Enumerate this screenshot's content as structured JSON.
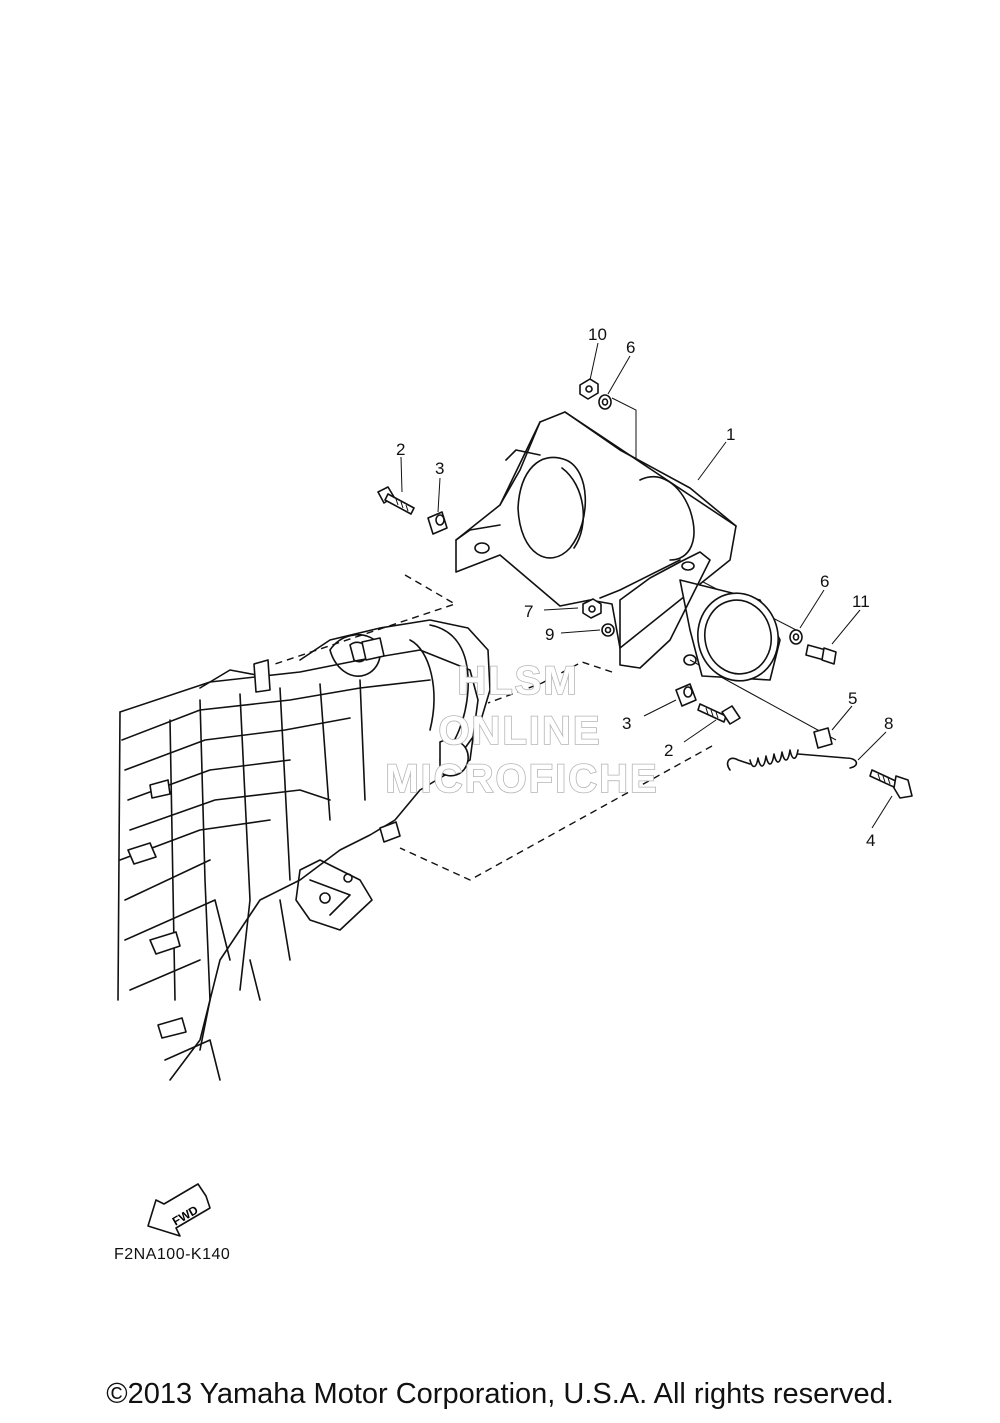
{
  "callouts": {
    "c1": "1",
    "c2a": "2",
    "c2b": "2",
    "c3a": "3",
    "c3b": "3",
    "c4": "4",
    "c5": "5",
    "c6a": "6",
    "c6b": "6",
    "c7": "7",
    "c8": "8",
    "c9": "9",
    "c10": "10",
    "c11": "11"
  },
  "watermark": {
    "line1": "HLSM",
    "line2": "ONLINE",
    "line3": "MICROFICHE"
  },
  "fwd_arrow": {
    "label": "FWD"
  },
  "diagram_code": "F2NA100-K140",
  "copyright": "©2013 Yamaha Motor Corporation, U.S.A. All rights reserved."
}
